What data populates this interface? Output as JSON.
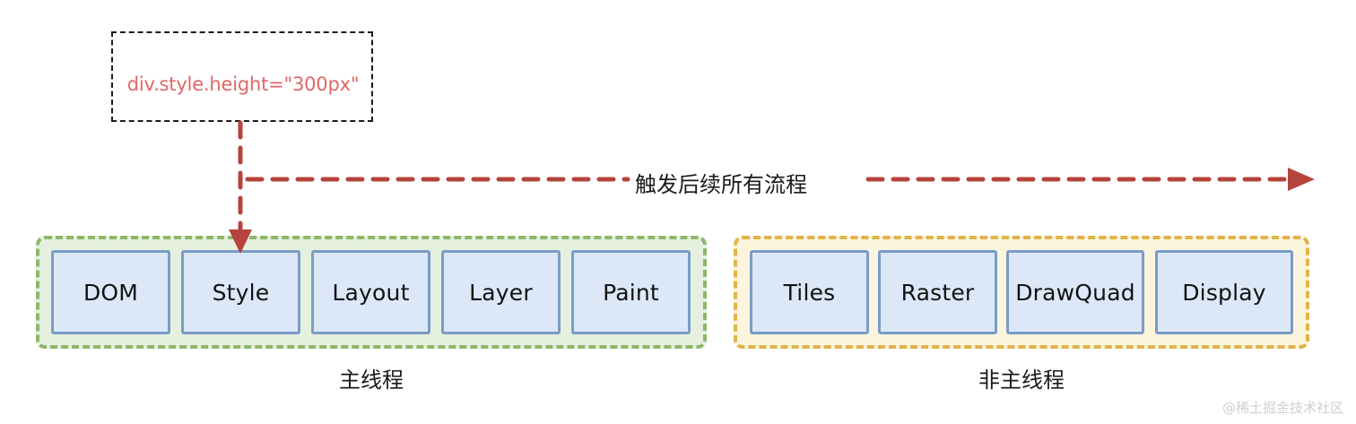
{
  "diagram": {
    "title": "Browser rendering pipeline - style change triggers full pipeline",
    "colors": {
      "code_text": "#e06666",
      "code_border": "#1c1c1c",
      "main_group_fill": "#e6f0de",
      "main_group_border": "#8cb86b",
      "off_group_fill": "#fcf4dc",
      "off_group_border": "#dfb44a",
      "stage_fill": "#dce8f7",
      "stage_border": "#7a9cc6",
      "arrow": "#b5443c"
    },
    "code_callout": {
      "text": "div.style.height=\"300px\""
    },
    "trigger_arrow": {
      "label": "触发后续所有流程"
    },
    "groups": [
      {
        "id": "main-thread",
        "caption": "主线程",
        "stages": [
          {
            "label": "DOM"
          },
          {
            "label": "Style"
          },
          {
            "label": "Layout"
          },
          {
            "label": "Layer"
          },
          {
            "label": "Paint"
          }
        ]
      },
      {
        "id": "non-main-thread",
        "caption": "非主线程",
        "stages": [
          {
            "label": "Tiles"
          },
          {
            "label": "Raster"
          },
          {
            "label": "DrawQuad"
          },
          {
            "label": "Display"
          }
        ]
      }
    ],
    "watermark": "@稀土掘金技术社区"
  }
}
